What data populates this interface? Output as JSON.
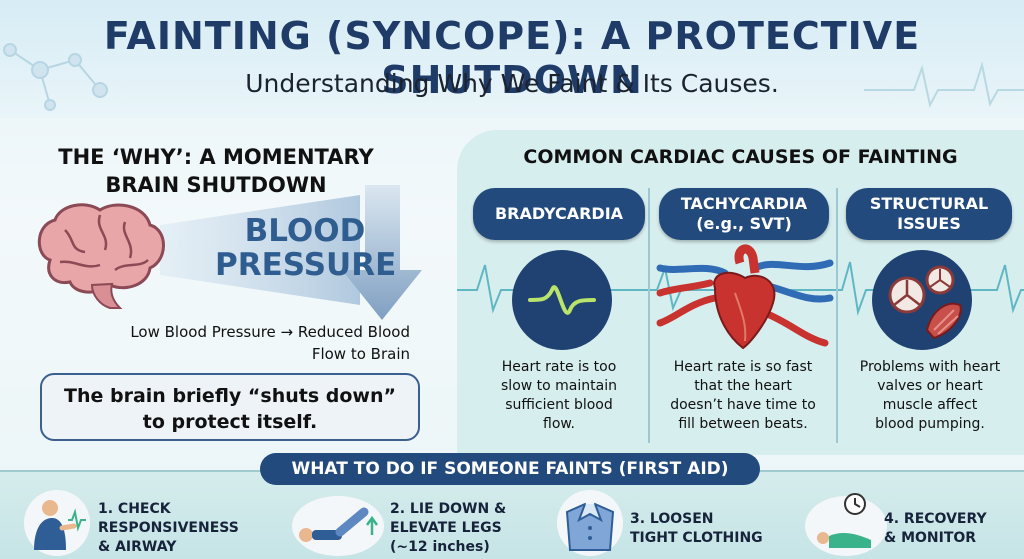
{
  "header": {
    "title": "FAINTING (SYNCOPE): A PROTECTIVE SHUTDOWN",
    "subtitle": "Understanding Why We Faint & Its Causes."
  },
  "why": {
    "title_line1": "THE ‘WHY’: A MOMENTARY",
    "title_line2": "BRAIN SHUTDOWN",
    "bp_line1": "BLOOD",
    "bp_line2": "PRESSURE",
    "low_bp_line1": "Low Blood Pressure → Reduced Blood",
    "low_bp_line2": "Flow to Brain",
    "callout_line1": "The brain briefly “shuts down”",
    "callout_line2": "to protect itself."
  },
  "causes": {
    "title": "COMMON CARDIAC CAUSES OF FAINTING",
    "items": [
      {
        "label_line1": "BRADYCARDIA",
        "label_line2": "",
        "icon": "slow-heartbeat-wave-icon",
        "desc": [
          "Heart rate is too",
          "slow to maintain",
          "sufficient blood",
          "flow."
        ]
      },
      {
        "label_line1": "TACHYCARDIA",
        "label_line2": "(e.g., SVT)",
        "icon": "heart-icon",
        "desc": [
          "Heart rate is so fast",
          "that the heart",
          "doesn’t have time to",
          "fill between beats."
        ]
      },
      {
        "label_line1": "STRUCTURAL",
        "label_line2": "ISSUES",
        "icon": "heart-valves-icon",
        "desc": [
          "Problems with heart",
          "valves or heart",
          "muscle affect",
          "blood pumping."
        ]
      }
    ]
  },
  "first_aid": {
    "banner": "WHAT TO DO IF SOMEONE FAINTS (FIRST AID)",
    "steps": [
      {
        "line1": "1. CHECK",
        "line2": "RESPONSIVENESS",
        "line3": "& AIRWAY",
        "icon": "check-pulse-icon"
      },
      {
        "line1": "2. LIE DOWN &",
        "line2": "ELEVATE LEGS",
        "line3": "(~12 inches)",
        "icon": "elevate-legs-icon"
      },
      {
        "line1": "3. LOOSEN",
        "line2": "TIGHT CLOTHING",
        "line3": "",
        "icon": "shirt-collar-icon"
      },
      {
        "line1": "4. RECOVERY",
        "line2": "& MONITOR",
        "line3": "",
        "icon": "recovery-position-icon"
      }
    ]
  },
  "colors": {
    "navy": "#234a7c",
    "title_blue": "#1f3b67",
    "panel_teal": "#d7eeee",
    "ecg_teal": "#5fb7c4",
    "heart_red": "#c8322f"
  }
}
